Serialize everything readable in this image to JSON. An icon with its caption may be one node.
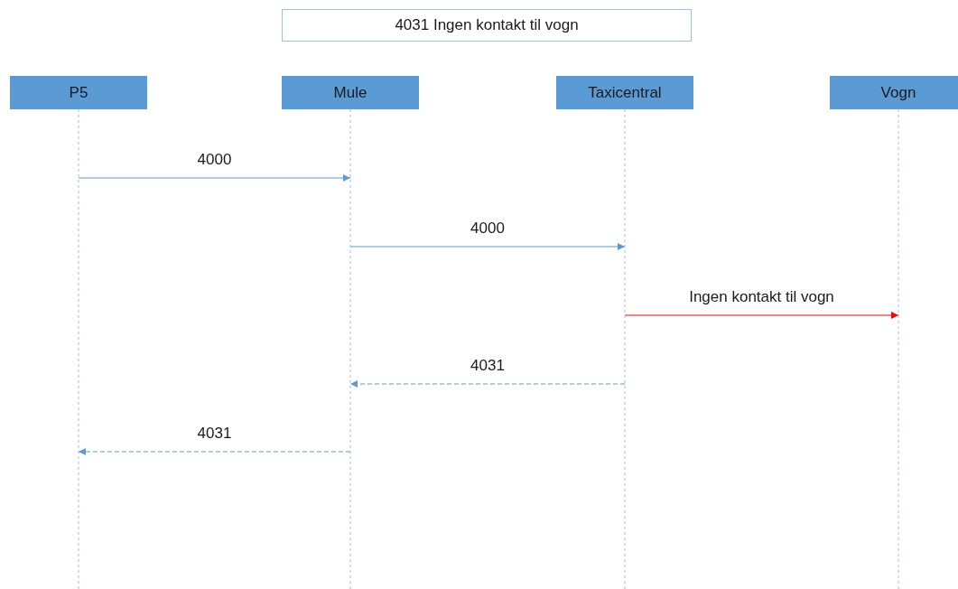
{
  "diagram": {
    "title": "4031 Ingen kontakt til vogn",
    "nodes": [
      {
        "text": [
          "P5"
        ]
      },
      {
        "text": [
          "Mule"
        ]
      },
      {
        "text": [
          "Taxicentral"
        ]
      },
      {
        "text": [
          "Vogn"
        ]
      }
    ],
    "edges": [
      {
        "from": 0,
        "to": 1,
        "arrow": "to",
        "label": "4000"
      },
      {
        "from": 1,
        "to": 2,
        "arrow": "to",
        "label": "4000"
      },
      {
        "from": 2,
        "to": 3,
        "arrow": "to",
        "label": "Ingen kontakt til vogn",
        "color": "#ff0000"
      },
      {
        "from": 2,
        "to": 1,
        "arrow": "to",
        "label": "4031",
        "style": "dashed"
      },
      {
        "from": 1,
        "to": 0,
        "arrow": "to",
        "label": "4031",
        "style": "dashed"
      }
    ]
  }
}
